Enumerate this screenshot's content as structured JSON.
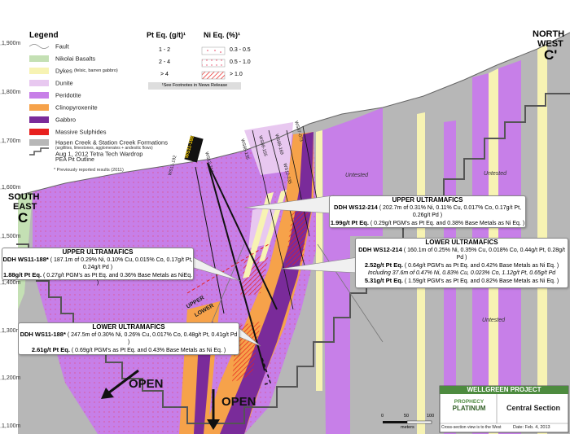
{
  "elevations": [
    "1,900m",
    "1,800m",
    "1,700m",
    "1,600m",
    "1,500m",
    "1,400m",
    "1,300m",
    "1,200m",
    "1,100m"
  ],
  "legend": {
    "title": "Legend",
    "items": [
      {
        "label": "Fault",
        "color": "#888888"
      },
      {
        "label": "Nikolai Basalts",
        "color": "#c4e0b4"
      },
      {
        "label": "Dykes",
        "sub": "(felsic, barren gabbro)",
        "color": "#f7f3b3"
      },
      {
        "label": "Dunite",
        "color": "#e8c8f0"
      },
      {
        "label": "Peridotite",
        "color": "#c77fe8"
      },
      {
        "label": "Clinopyroxenite",
        "color": "#f6a24a"
      },
      {
        "label": "Gabbro",
        "color": "#7a2b9a"
      },
      {
        "label": "Massive Sulphides",
        "color": "#e8201e"
      },
      {
        "label": "Hasen Creek & Station Creek Formations",
        "sub": "(argillites, limestones, agglomerates + andesitic flows)",
        "color": "#b7b7b7"
      },
      {
        "label": "Aug 1, 2012 Tetra Tech Wardrop",
        "sub2": "PEA Pit Outline",
        "color": "#555555"
      }
    ],
    "note": "* Previously reported results (2011)"
  },
  "grade_key": {
    "pt_header": "Pt Eq. (g/t)¹",
    "ni_header": "Ni Eq. (%)¹",
    "rows": [
      {
        "pt": "1 - 2",
        "ni": "0.3 - 0.5"
      },
      {
        "pt": "2 - 4",
        "ni": "0.5 - 1.0"
      },
      {
        "pt": "> 4",
        "ni": "> 1.0"
      }
    ],
    "footnote": "¹See Footnotes in News Release"
  },
  "compass": {
    "left_top": "SOUTH",
    "left_mid": "EAST",
    "left_letter": "C",
    "right_top": "NORTH",
    "right_mid": "WEST",
    "right_letter": "C'"
  },
  "callouts": {
    "upper_right": {
      "title": "UPPER ULTRAMAFICS",
      "line1_bold": "DDH WS12-214",
      "line1": "( 202.7m of 0.31% Ni, 0.11% Cu, 0.017% Co, 0.17g/t Pt, 0.26g/t Pd )",
      "line2_bold": "1.99g/t Pt Eq.",
      "line2": "( 0.29g/t PGM's as Pt Eq. and 0.38% Base Metals as Ni Eq. )"
    },
    "lower_right": {
      "title": "LOWER ULTRAMAFICS",
      "line1_bold": "DDH WS12-214",
      "line1": "( 160.1m of 0.25% Ni, 0.35% Cu, 0.018% Co, 0.44g/t Pt, 0.28g/t Pd )",
      "line2_bold": "2.52g/t Pt Eq.",
      "line2": "( 0.64g/t PGM's as Pt Eq. and 0.42% Base Metals as Ni Eq. )",
      "line3": "Including 37.6m of 0.47% Ni, 0.83% Cu, 0.023% Co, 1.12g/t Pt, 0.65g/t Pd",
      "line4_bold": "5.31g/t Pt Eq.",
      "line4": "( 1.59g/t PGM's as Pt Eq. and 0.82% Base Metals as Ni Eq. )"
    },
    "upper_left": {
      "title": "UPPER ULTRAMAFICS",
      "line1_bold": "DDH WS11-188*",
      "line1": "( 187.1m of 0.29% Ni, 0.10% Cu, 0.015% Co, 0.17g/t Pt, 0.24g/t Pd )",
      "line2_bold": "1.88g/t Pt Eq.",
      "line2": "( 0.27g/t PGM's as Pt Eq. and 0.36% Base Metals as NiEq. )"
    },
    "lower_left": {
      "title": "LOWER ULTRAMAFICS",
      "line1_bold": "DDH WS11-188*",
      "line1": "( 247.5m of 0.30% Ni, 0.26% Cu, 0.017% Co, 0.48g/t Pt, 0.41g/t Pd )",
      "line2_bold": "2.61g/t Pt Eq.",
      "line2": "( 0.69g/t PGM's as Pt Eq. and 0.43% Base Metals as Ni Eq. )"
    }
  },
  "drillholes": [
    "WS11-188",
    "WS11-192",
    "WS12-214",
    "WS88-135",
    "WS88-155",
    "WS12-235",
    "WS88-169",
    "WS87-073"
  ],
  "untested": [
    "Untested",
    "Untested",
    "Untested"
  ],
  "zone_labels": {
    "upper": "UPPER",
    "lower": "LOWER"
  },
  "open_labels": [
    "OPEN",
    "OPEN"
  ],
  "scale": {
    "start": "0",
    "mid": "50",
    "end": "100",
    "unit": "meters"
  },
  "title_block": {
    "project": "WELLGREEN PROJECT",
    "logo_line1": "PROPHECY",
    "logo_line2": "PLATINUM",
    "section": "Central Section",
    "view_note": "Cross-section view is to the West",
    "date": "Date: Feb. 4, 2013"
  }
}
